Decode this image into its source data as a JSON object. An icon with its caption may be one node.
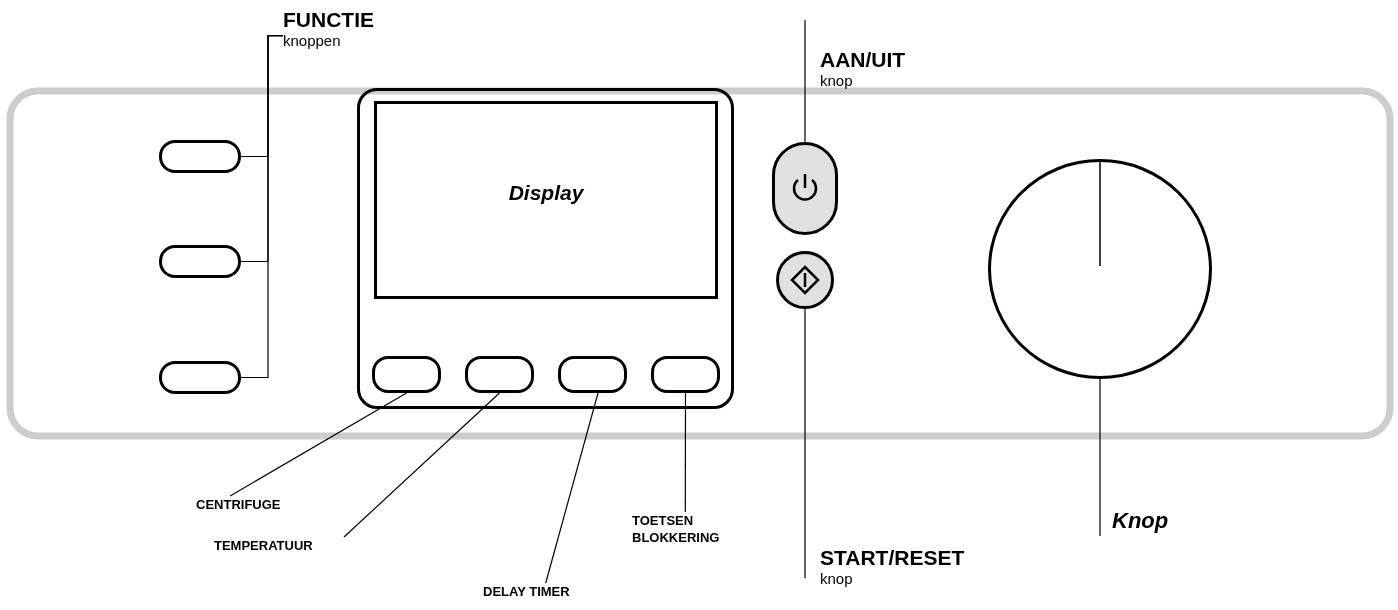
{
  "diagram": {
    "nodes": [
      {
        "text": [
          "FUNCTIE",
          "knoppen"
        ]
      },
      {
        "text": [],
        "shape": "button"
      },
      {
        "text": [],
        "shape": "button"
      },
      {
        "text": [],
        "shape": "button"
      },
      {
        "text": [],
        "shape": "box"
      },
      {
        "text": [
          "Display"
        ],
        "in": 4
      },
      {
        "text": [],
        "shape": "button",
        "in": 4
      },
      {
        "text": [],
        "shape": "button",
        "in": 4
      },
      {
        "text": [],
        "shape": "button",
        "in": 4
      },
      {
        "text": [],
        "shape": "button",
        "in": 4
      },
      {
        "text": [
          "AAN/UIT",
          "knop"
        ]
      },
      {
        "text": [],
        "shape": "button"
      },
      {
        "text": [],
        "shape": "circle"
      },
      {
        "text": [],
        "shape": "circle"
      },
      {
        "text": [
          "CENTRIFUGE"
        ]
      },
      {
        "text": [
          "TEMPERATUUR"
        ]
      },
      {
        "text": [
          "DELAY TIMER"
        ]
      },
      {
        "text": [
          "TOETSEN BLOKKERING"
        ]
      },
      {
        "text": [
          "START/RESET",
          "knop"
        ]
      },
      {
        "text": [
          "Knop"
        ]
      }
    ],
    "edges": [
      {
        "from": 0,
        "to": 1,
        "arrow": "none"
      },
      {
        "from": 0,
        "to": 2,
        "arrow": "none"
      },
      {
        "from": 0,
        "to": 3,
        "arrow": "none"
      },
      {
        "from": 10,
        "to": 11,
        "arrow": "none"
      },
      {
        "from": 14,
        "to": 6,
        "arrow": "none"
      },
      {
        "from": 15,
        "to": 7,
        "arrow": "none"
      },
      {
        "from": 16,
        "to": 8,
        "arrow": "none"
      },
      {
        "from": 17,
        "to": 9,
        "arrow": "none"
      },
      {
        "from": 18,
        "to": 12,
        "arrow": "none"
      },
      {
        "from": 19,
        "to": 13,
        "arrow": "none"
      }
    ]
  }
}
